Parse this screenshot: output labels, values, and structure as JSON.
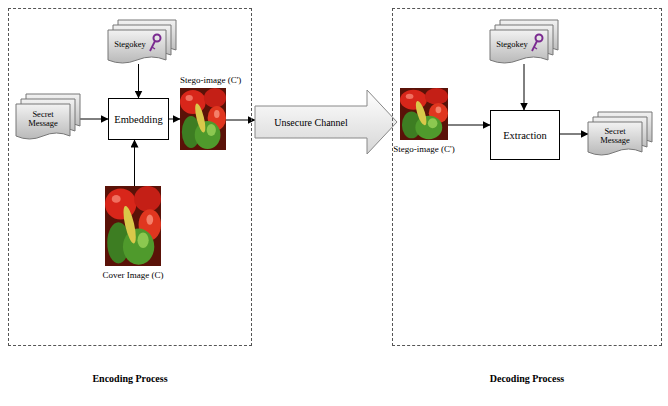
{
  "diagram": {
    "nodes": [
      {
        "text": [
          "Encoding Process"
        ]
      },
      {
        "text": [
          "Stegokey"
        ],
        "in": 0
      },
      {
        "text": [
          "Secret Message"
        ],
        "in": 0
      },
      {
        "text": [
          "Embedding"
        ],
        "in": 0
      },
      {
        "text": [
          "Cover Image (C)"
        ],
        "in": 0
      },
      {
        "text": [
          "Stego-image (C')"
        ],
        "in": 0
      },
      {
        "text": [
          "Unsecure Channel"
        ]
      },
      {
        "text": [
          "Decoding Process"
        ]
      },
      {
        "text": [
          "Stego-image (C')"
        ],
        "in": 7
      },
      {
        "text": [
          "Stegokey"
        ],
        "in": 7
      },
      {
        "text": [
          "Extraction"
        ],
        "in": 7
      },
      {
        "text": [
          "Secret Message"
        ],
        "in": 7
      }
    ],
    "edges": [
      {
        "from": 2,
        "to": 3,
        "arrow": "to"
      },
      {
        "from": 1,
        "to": 3,
        "arrow": "to"
      },
      {
        "from": 4,
        "to": 3,
        "arrow": "to"
      },
      {
        "from": 3,
        "to": 5,
        "arrow": "to"
      },
      {
        "from": 5,
        "to": 6,
        "arrow": "to"
      },
      {
        "from": 8,
        "to": 10,
        "arrow": "to"
      },
      {
        "from": 9,
        "to": 10,
        "arrow": "to"
      },
      {
        "from": 10,
        "to": 11,
        "arrow": "to"
      }
    ]
  }
}
